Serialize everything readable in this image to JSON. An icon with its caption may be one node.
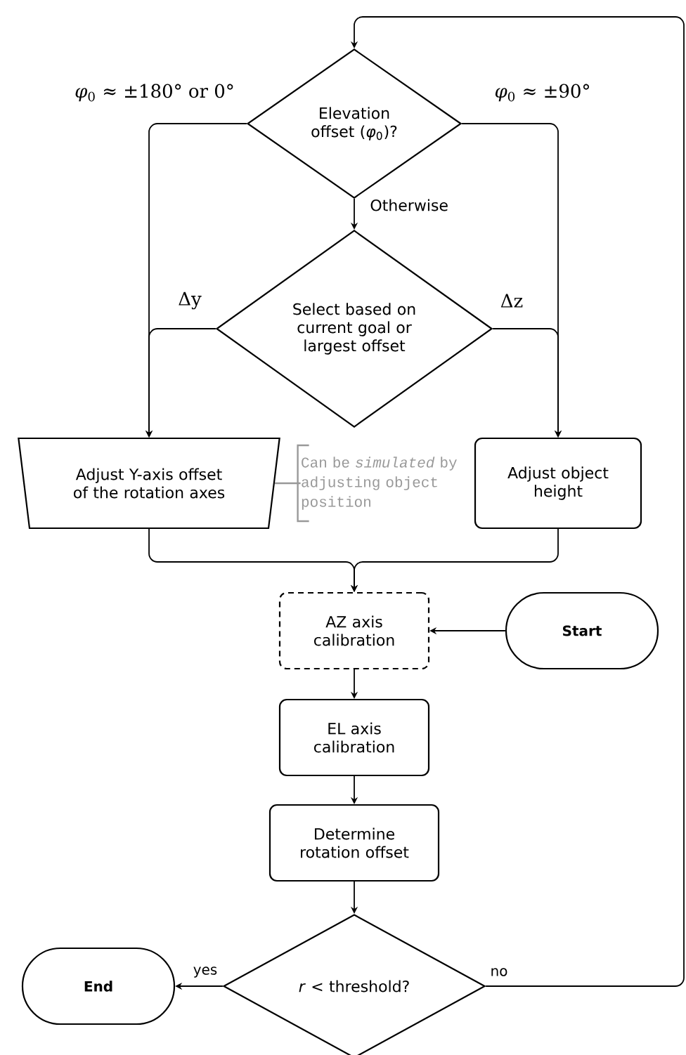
{
  "diagram": {
    "nodes": [
      {
        "text": [
          "Elevation offset (*φ*$_{0}$)?"
        ]
      },
      {
        "text": [
          "Select based on current goal or largest offset"
        ]
      },
      {
        "text": [
          "Adjust Y-axis offset of the rotation axes"
        ]
      },
      {
        "text": [
          "Adjust object height"
        ]
      },
      {
        "text": [
          "AZ axis calibration"
        ]
      },
      {
        "text": [
          "Start"
        ]
      },
      {
        "text": [
          "EL axis calibration"
        ]
      },
      {
        "text": [
          "Determine rotation offset"
        ]
      },
      {
        "text": [
          "*r* < threshold?"
        ]
      },
      {
        "text": [
          "End"
        ]
      },
      {
        "text": [
          "Can be *simulated* by adjusting object position"
        ]
      }
    ],
    "edges": [
      {
        "from": 0,
        "to": 2,
        "arrow": "to",
        "label": "*φ*$_{0}$ ≈ ±180° or 0°"
      },
      {
        "from": 0,
        "to": 3,
        "arrow": "to",
        "label": "*φ*$_{0}$ ≈ ±90°"
      },
      {
        "from": 0,
        "to": 1,
        "arrow": "to",
        "label": "Otherwise"
      },
      {
        "from": 1,
        "to": 2,
        "arrow": "to",
        "label": "Δy"
      },
      {
        "from": 1,
        "to": 3,
        "arrow": "to",
        "label": "Δz"
      },
      {
        "from": 2,
        "to": 4,
        "arrow": "to"
      },
      {
        "from": 3,
        "to": 4,
        "arrow": "to"
      },
      {
        "from": 5,
        "to": 4,
        "arrow": "to"
      },
      {
        "from": 4,
        "to": 6,
        "arrow": "to"
      },
      {
        "from": 6,
        "to": 7,
        "arrow": "to"
      },
      {
        "from": 7,
        "to": 8,
        "arrow": "to"
      },
      {
        "from": 8,
        "to": 9,
        "arrow": "to",
        "label": "yes"
      },
      {
        "from": 8,
        "to": 0,
        "arrow": "to",
        "label": "no"
      },
      {
        "from": 10,
        "to": 2,
        "arrow": "none",
        "color": "#999999"
      }
    ]
  }
}
